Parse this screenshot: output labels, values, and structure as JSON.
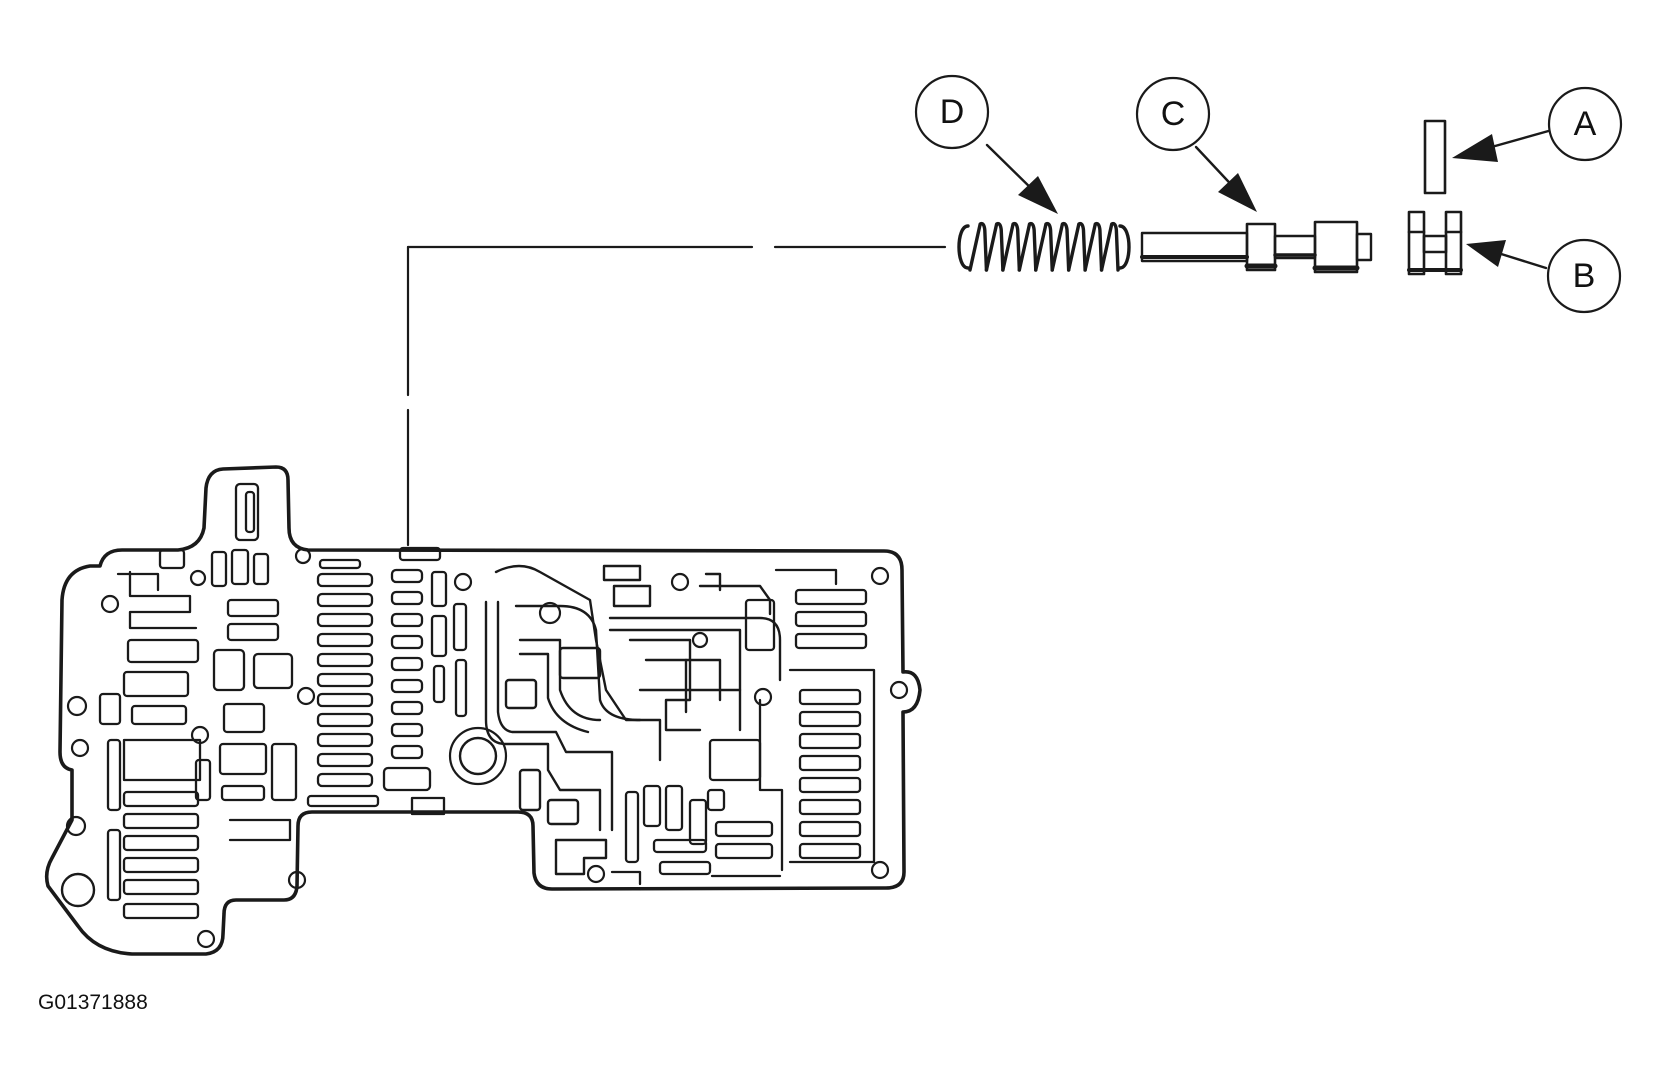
{
  "callouts": {
    "a": {
      "label": "A"
    },
    "b": {
      "label": "B"
    },
    "c": {
      "label": "C"
    },
    "d": {
      "label": "D"
    }
  },
  "figure_code": "G01371888",
  "icons": {
    "valve_body": "separator-plate-icon",
    "spring": "coil-spring-icon",
    "valve": "spool-valve-icon",
    "retainer": "retainer-clip-icon",
    "plug": "bore-plug-icon"
  },
  "colors": {
    "ink": "#1a1a1a",
    "background": "#ffffff"
  }
}
